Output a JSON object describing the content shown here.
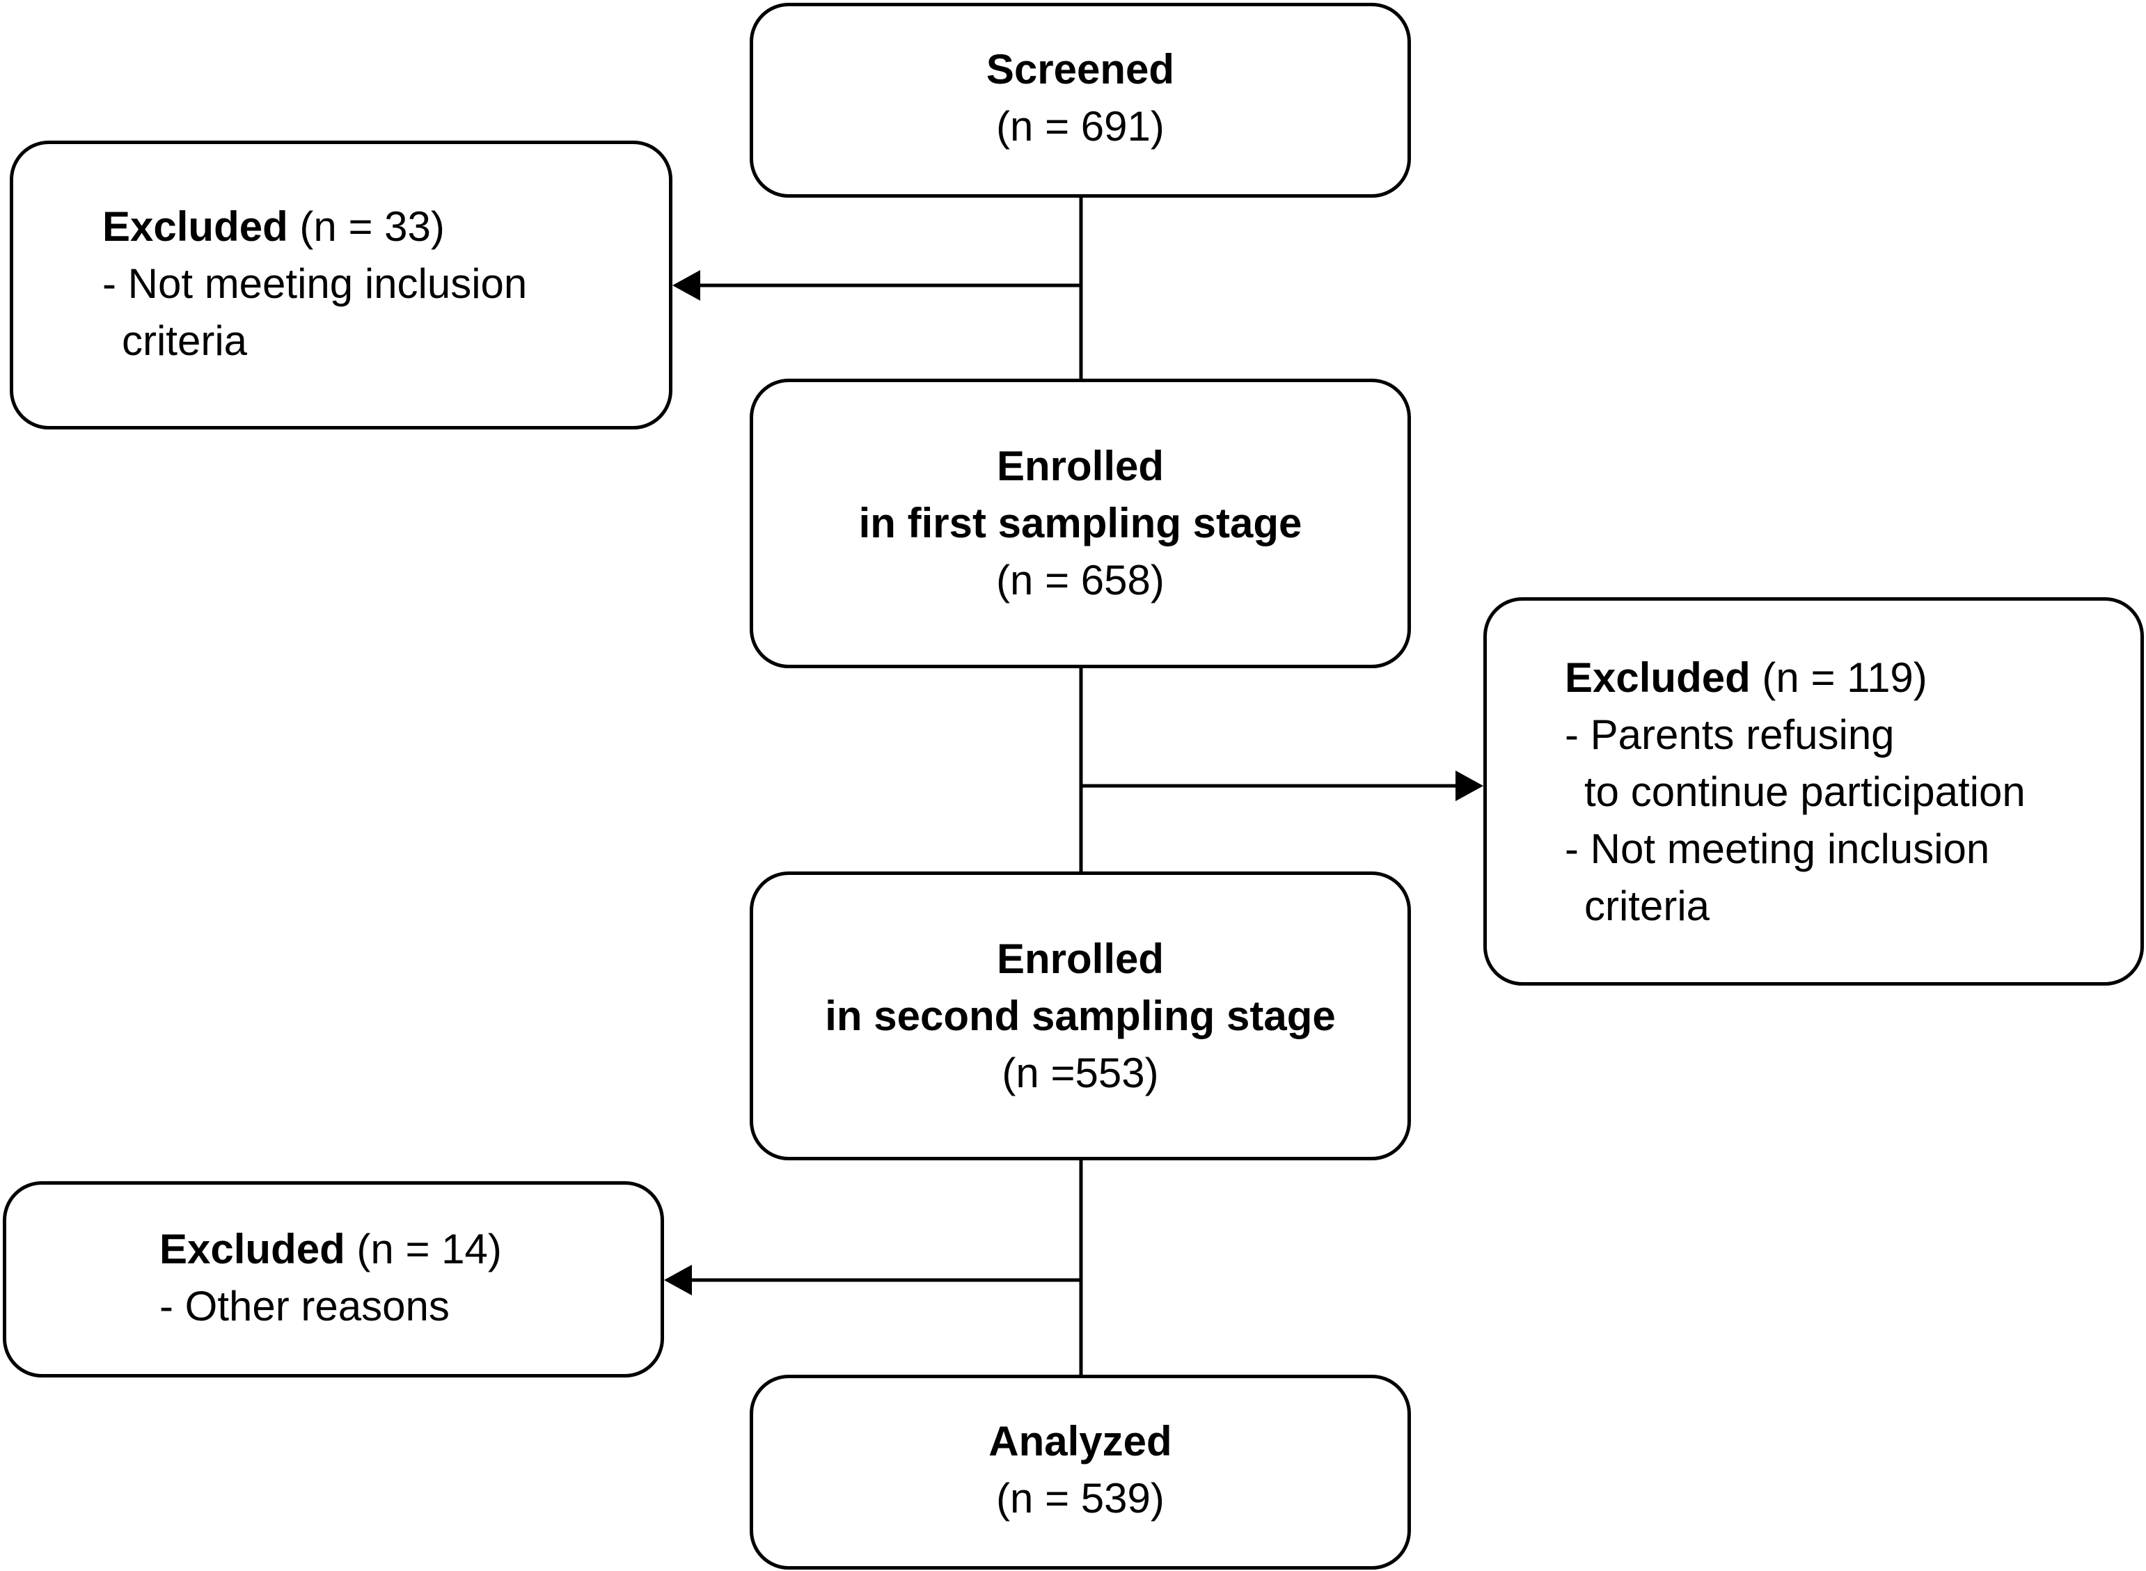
{
  "boxes": {
    "screened": {
      "title": "Screened",
      "count": "(n = 691)"
    },
    "excluded_1": {
      "title": "Excluded",
      "count": " (n = 33)",
      "reason_1_line_1": "- Not meeting inclusion",
      "reason_1_line_2": "criteria"
    },
    "enrolled_first": {
      "title_line_1": "Enrolled",
      "title_line_2": "in first sampling stage",
      "count": "(n = 658)"
    },
    "excluded_2": {
      "title": "Excluded",
      "count": " (n = 119)",
      "reason_1_line_1": "- Parents refusing",
      "reason_1_line_2": "to continue participation",
      "reason_2_line_1": "- Not meeting inclusion",
      "reason_2_line_2": "criteria"
    },
    "enrolled_second": {
      "title_line_1": "Enrolled",
      "title_line_2": "in second sampling stage",
      "count": "(n =553)"
    },
    "excluded_3": {
      "title": "Excluded",
      "count": " (n = 14)",
      "reason_1_line_1": "- Other reasons"
    },
    "analyzed": {
      "title": "Analyzed",
      "count": "(n = 539)"
    }
  },
  "colors": {
    "stroke": "#000000",
    "background": "#ffffff"
  }
}
